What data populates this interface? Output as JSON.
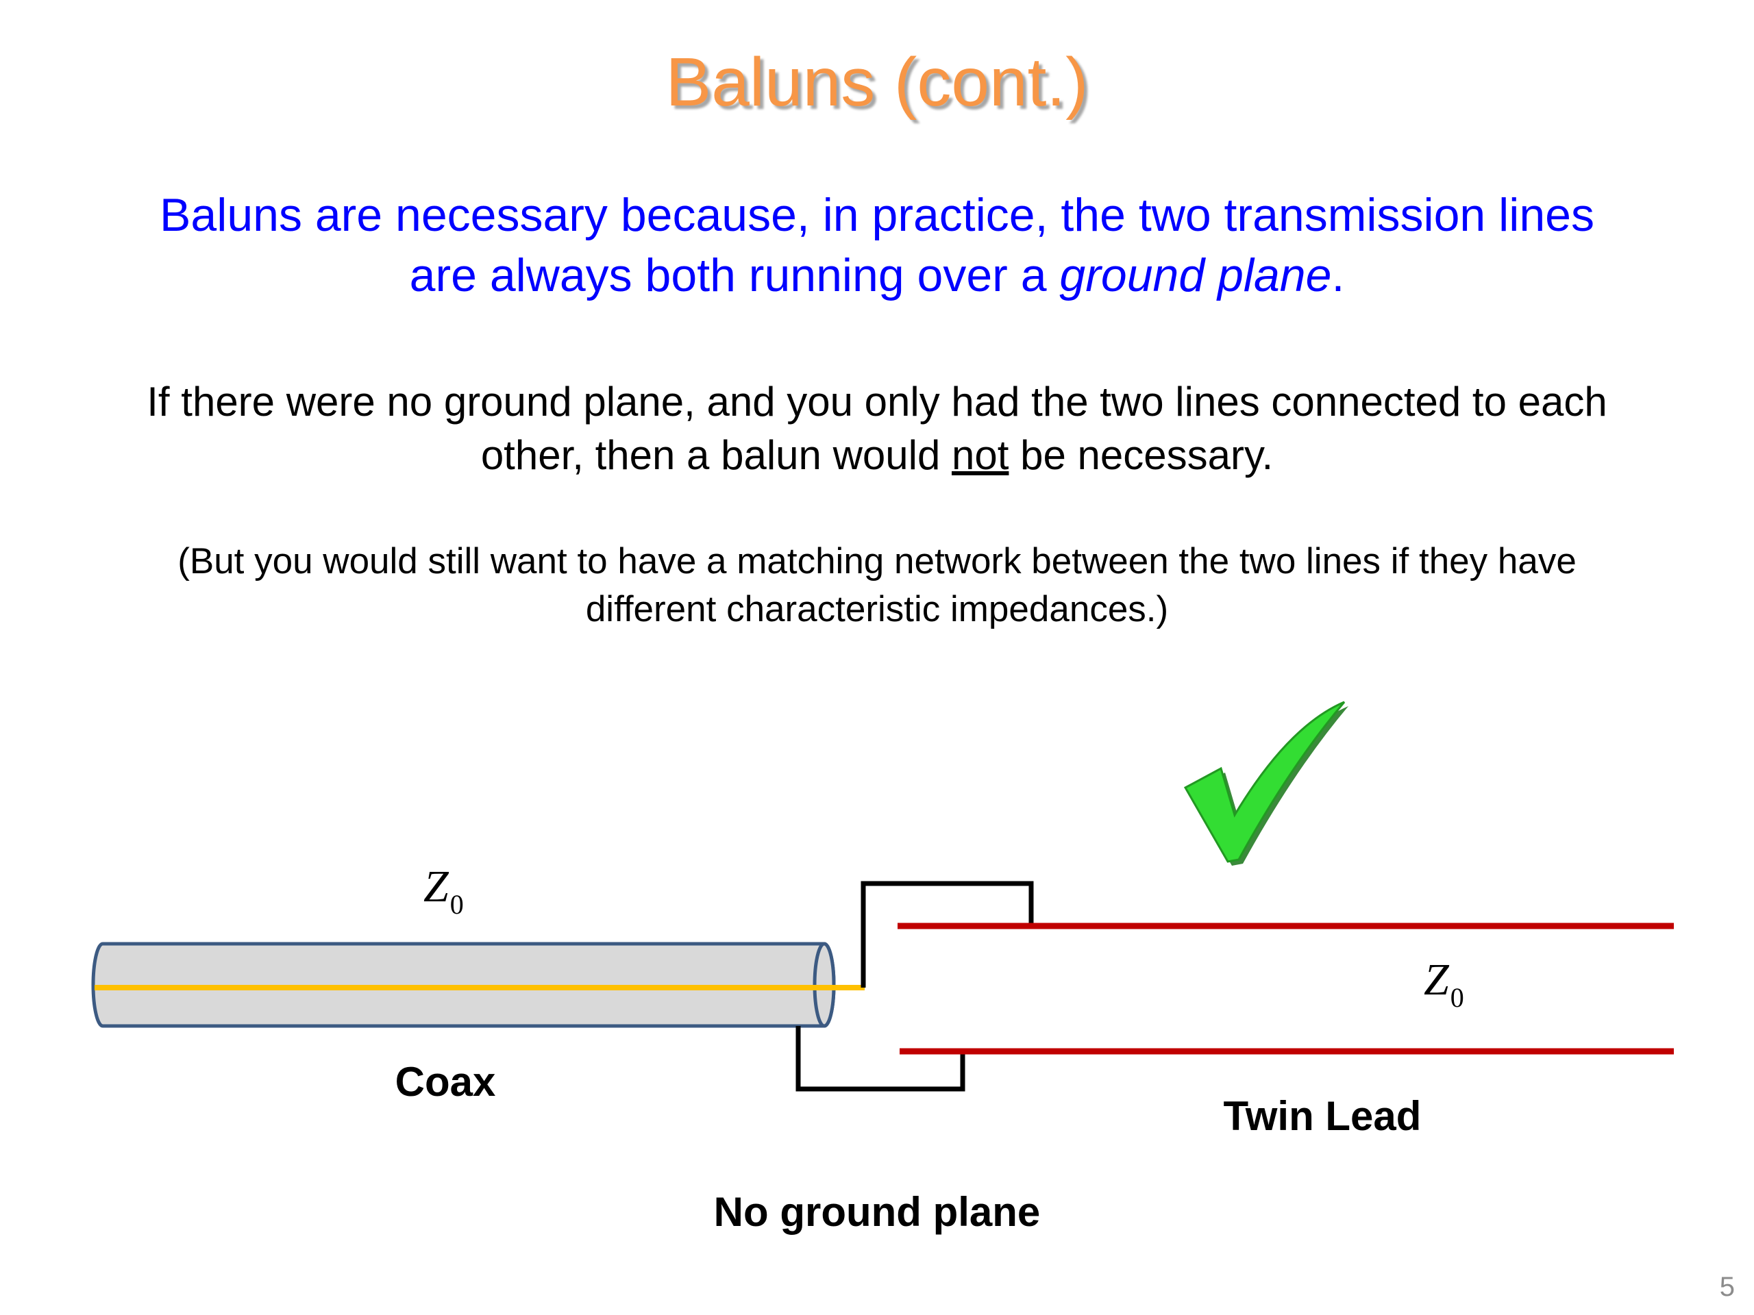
{
  "slide": {
    "title": "Baluns (cont.)",
    "paragraph1": {
      "line1": "Baluns are necessary because, in practice, the two transmission lines",
      "line2_prefix": "are always both running over a ",
      "line2_emphasis": "ground plane",
      "line2_suffix": "."
    },
    "paragraph2": {
      "line1": "If there were no ground plane, and you only had the two lines connected to each",
      "line2_prefix": "other, then a balun would ",
      "line2_underlined": "not",
      "line2_suffix": " be necessary."
    },
    "paragraph3": {
      "line1": "(But you would still want to have a matching network between the two lines if they have",
      "line2": "different characteristic impedances.)"
    },
    "page_number": "5"
  },
  "diagram": {
    "coax_impedance": {
      "symbol": "Z",
      "subscript": "0"
    },
    "twinlead_impedance": {
      "symbol": "Z",
      "subscript": "0"
    },
    "coax_label": "Coax",
    "twinlead_label": "Twin Lead",
    "caption": "No ground plane",
    "status_icon": "checkmark-icon",
    "colors": {
      "title": "#f79646",
      "emphasis_text": "#0000ff",
      "coax_body": "#d9d9d9",
      "coax_outline": "#3c5a82",
      "center_conductor": "#ffc000",
      "twin_lead": "#c00000",
      "checkmark": "#33dd33"
    }
  }
}
